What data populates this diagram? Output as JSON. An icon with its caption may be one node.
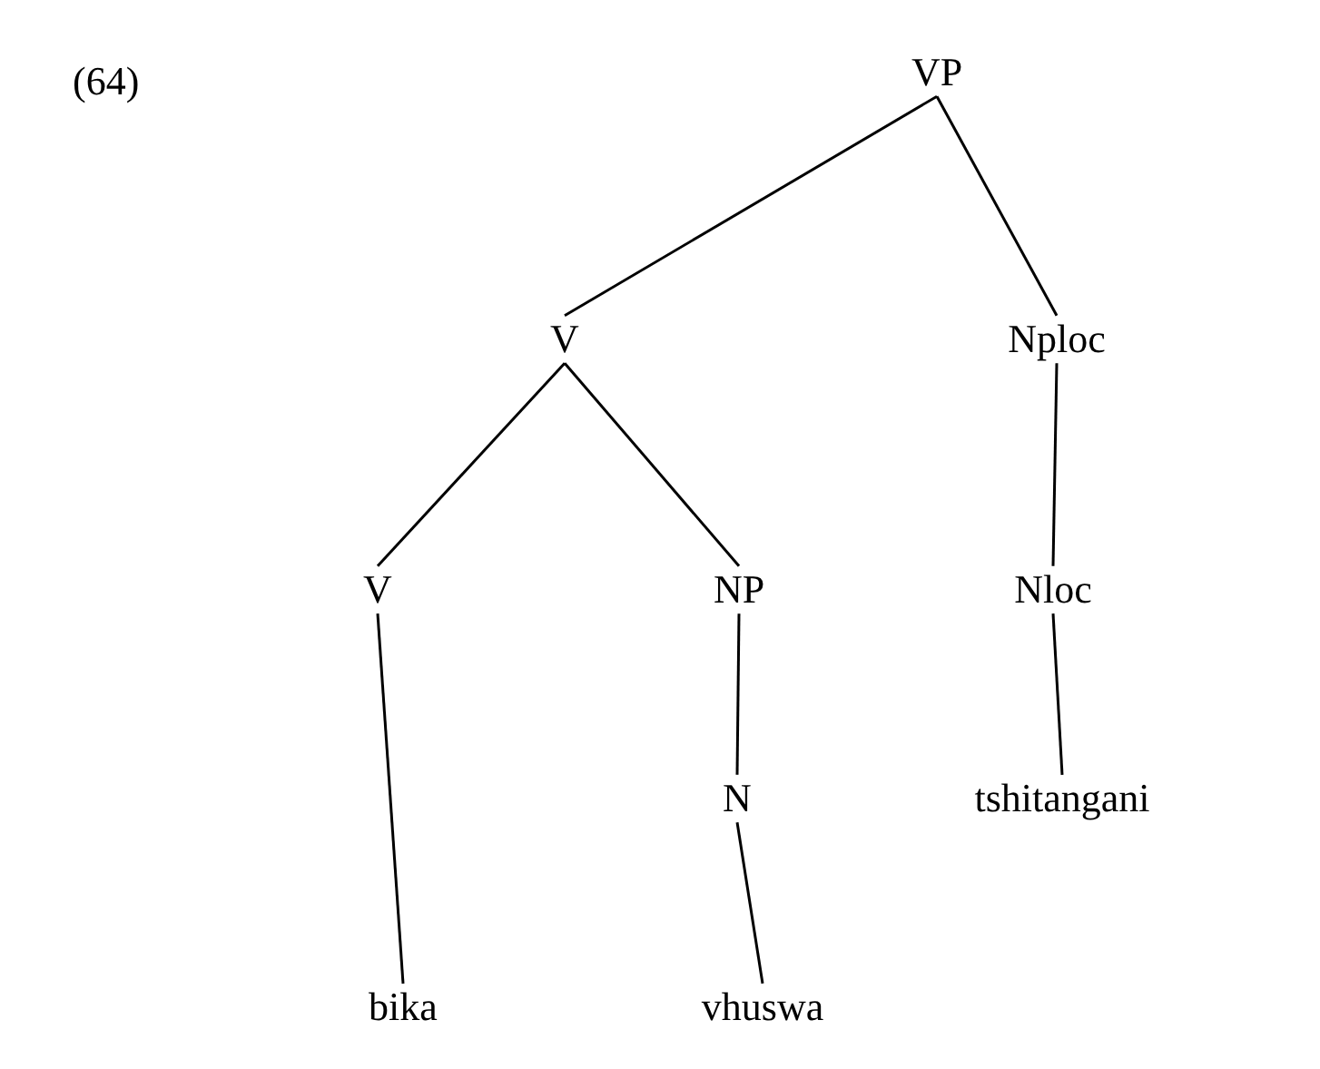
{
  "diagram": {
    "nodes": [
      {
        "text": [
          "VP"
        ]
      },
      {
        "text": [
          "V"
        ]
      },
      {
        "text": [
          "Nploc"
        ]
      },
      {
        "text": [
          "V"
        ]
      },
      {
        "text": [
          "NP"
        ]
      },
      {
        "text": [
          "Nloc"
        ]
      },
      {
        "text": [
          "N"
        ]
      },
      {
        "text": [
          "tshitangani"
        ]
      },
      {
        "text": [
          "bika"
        ]
      },
      {
        "text": [
          "vhuswa"
        ]
      }
    ],
    "edges": [
      {
        "from": 0,
        "to": 1,
        "arrow": "none"
      },
      {
        "from": 0,
        "to": 2,
        "arrow": "none"
      },
      {
        "from": 1,
        "to": 3,
        "arrow": "none"
      },
      {
        "from": 1,
        "to": 4,
        "arrow": "none"
      },
      {
        "from": 2,
        "to": 5,
        "arrow": "none"
      },
      {
        "from": 4,
        "to": 6,
        "arrow": "none"
      },
      {
        "from": 5,
        "to": 7,
        "arrow": "none"
      },
      {
        "from": 3,
        "to": 8,
        "arrow": "none"
      },
      {
        "from": 6,
        "to": 9,
        "arrow": "none"
      }
    ],
    "labels": [
      "(64)"
    ]
  }
}
